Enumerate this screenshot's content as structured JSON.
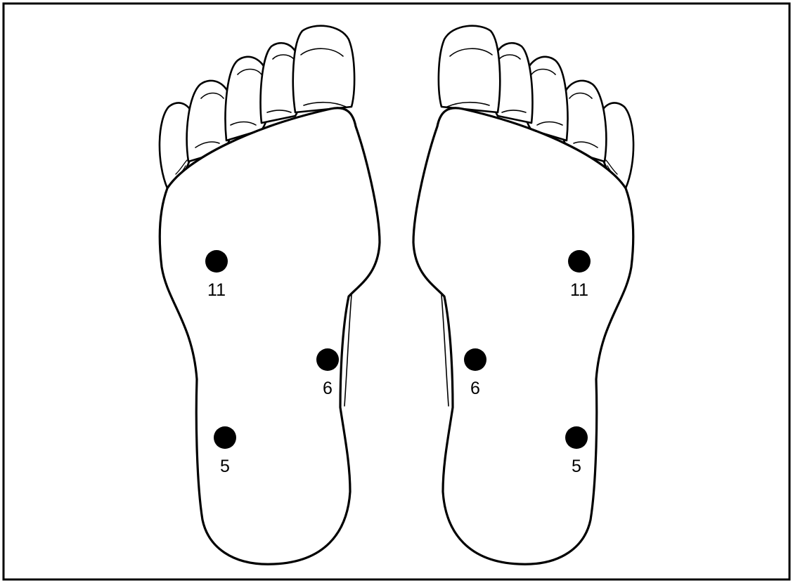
{
  "points": [
    {
      "label": "11"
    },
    {
      "label": "6"
    },
    {
      "label": "5"
    }
  ],
  "colors": {
    "stroke": "#000000",
    "point": "#000000",
    "background": "#ffffff"
  }
}
